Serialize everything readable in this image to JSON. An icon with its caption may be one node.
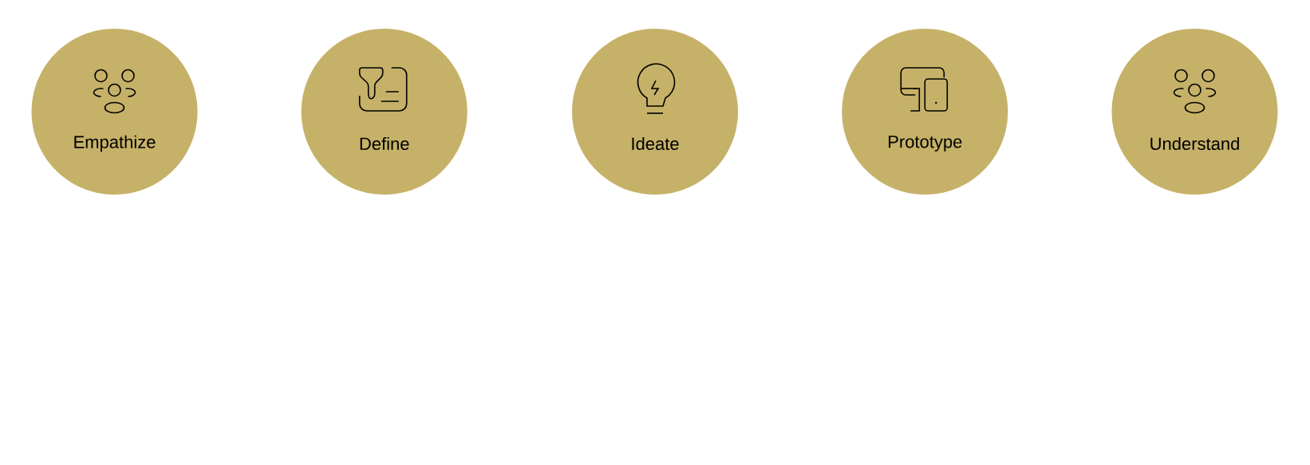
{
  "diagram": {
    "nodes": [
      {
        "text": [
          "Empathize"
        ]
      },
      {
        "text": [
          "Define"
        ]
      },
      {
        "text": [
          "Ideate"
        ]
      },
      {
        "text": [
          "Prototype"
        ]
      },
      {
        "text": [
          "Understand"
        ]
      }
    ]
  }
}
